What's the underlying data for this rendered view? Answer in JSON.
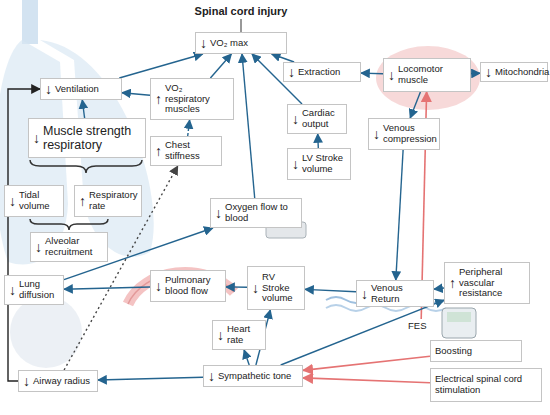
{
  "diagram": {
    "title": "Spinal cord injury",
    "nodes": [
      {
        "text": [
          "↓",
          "VO₂ max"
        ]
      },
      {
        "text": [
          "↓",
          "Ventilation"
        ]
      },
      {
        "text": [
          "↑",
          "VO₂ respiratory muscles"
        ]
      },
      {
        "text": [
          "↓",
          "Extraction"
        ]
      },
      {
        "text": [
          "↓",
          "Locomotor muscle"
        ]
      },
      {
        "text": [
          "↓",
          "Mitochondria"
        ]
      },
      {
        "text": [
          "↓",
          "Muscle strength respiratory"
        ]
      },
      {
        "text": [
          "↓",
          "Cardiac output"
        ]
      },
      {
        "text": [
          "↑",
          "Chest stiffness"
        ]
      },
      {
        "text": [
          "↓",
          "Venous compression"
        ]
      },
      {
        "text": [
          "↓",
          "LV Stroke volume"
        ]
      },
      {
        "text": [
          "↓",
          "Tidal volume"
        ]
      },
      {
        "text": [
          "↑",
          "Respiratory rate"
        ]
      },
      {
        "text": [
          "↓",
          "Oxygen flow to blood"
        ]
      },
      {
        "text": [
          "↓",
          "Alveolar recruitment"
        ]
      },
      {
        "text": [
          "↓",
          "Pulmonary blood flow"
        ]
      },
      {
        "text": [
          "↓",
          "RV Stroke volume"
        ]
      },
      {
        "text": [
          "↓",
          "Venous Return"
        ]
      },
      {
        "text": [
          "↑",
          "Peripheral vascular resistance"
        ]
      },
      {
        "text": [
          "↓",
          "Lung diffusion"
        ]
      },
      {
        "text": [
          "FES"
        ]
      },
      {
        "text": [
          "↓",
          "Heart rate"
        ]
      },
      {
        "text": [
          "Boosting"
        ]
      },
      {
        "text": [
          "↓",
          "Airway radius"
        ]
      },
      {
        "text": [
          "↓",
          "Sympathetic tone"
        ]
      },
      {
        "text": [
          "Electrical spinal cord stimulation"
        ]
      }
    ],
    "edges": [
      {
        "from": 1,
        "to": 0,
        "arrow": "to"
      },
      {
        "from": 2,
        "to": 0,
        "arrow": "to"
      },
      {
        "from": 2,
        "to": 1,
        "arrow": "to"
      },
      {
        "from": 6,
        "to": 1,
        "arrow": "to"
      },
      {
        "from": 8,
        "to": 2,
        "arrow": "to"
      },
      {
        "from": 3,
        "to": 0,
        "arrow": "to"
      },
      {
        "from": 4,
        "to": 3,
        "arrow": "to"
      },
      {
        "from": 4,
        "to": 5,
        "arrow": "to"
      },
      {
        "from": 7,
        "to": 0,
        "arrow": "to"
      },
      {
        "from": 10,
        "to": 7,
        "arrow": "to"
      },
      {
        "from": 4,
        "to": 9,
        "arrow": "to"
      },
      {
        "from": 13,
        "to": 0,
        "arrow": "to"
      },
      {
        "from": 19,
        "to": 13,
        "arrow": "to"
      },
      {
        "from": 9,
        "to": 17,
        "arrow": "to"
      },
      {
        "from": 20,
        "to": 4,
        "arrow": "to"
      },
      {
        "from": 17,
        "to": 16,
        "arrow": "to"
      },
      {
        "from": 18,
        "to": 17,
        "arrow": "to"
      },
      {
        "from": 16,
        "to": 15,
        "arrow": "to"
      },
      {
        "from": 15,
        "to": 19,
        "arrow": "to"
      },
      {
        "from": 24,
        "to": 21,
        "arrow": "to"
      },
      {
        "from": 24,
        "to": 16,
        "arrow": "to"
      },
      {
        "from": 24,
        "to": 18,
        "arrow": "to"
      },
      {
        "from": 24,
        "to": 23,
        "arrow": "to"
      },
      {
        "from": 23,
        "to": 8,
        "arrow": "to"
      },
      {
        "from": 23,
        "to": 1,
        "arrow": "to"
      },
      {
        "from": 22,
        "to": 24,
        "arrow": "to"
      },
      {
        "from": 25,
        "to": 24,
        "arrow": "to"
      }
    ]
  }
}
